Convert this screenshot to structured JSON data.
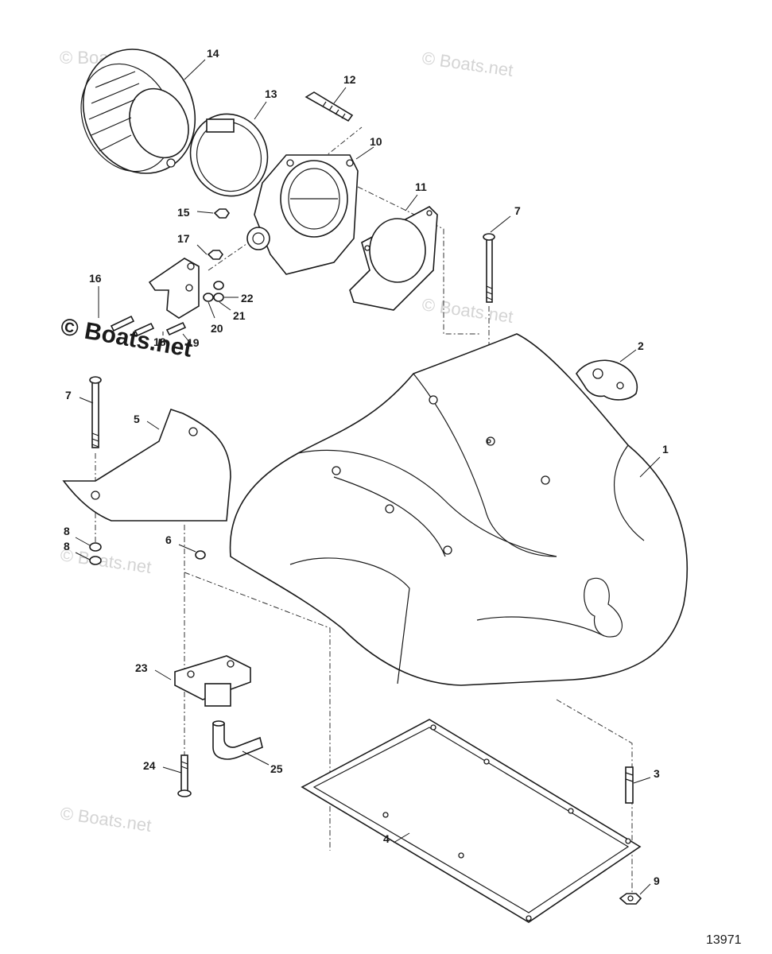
{
  "watermark": "© Boats.net",
  "diagram_number": "13971",
  "callouts": [
    "1",
    "2",
    "3",
    "4",
    "5",
    "6",
    "7",
    "7",
    "8",
    "8",
    "9",
    "10",
    "11",
    "12",
    "13",
    "14",
    "15",
    "16",
    "17",
    "18",
    "19",
    "20",
    "21",
    "22",
    "23",
    "24",
    "25"
  ]
}
